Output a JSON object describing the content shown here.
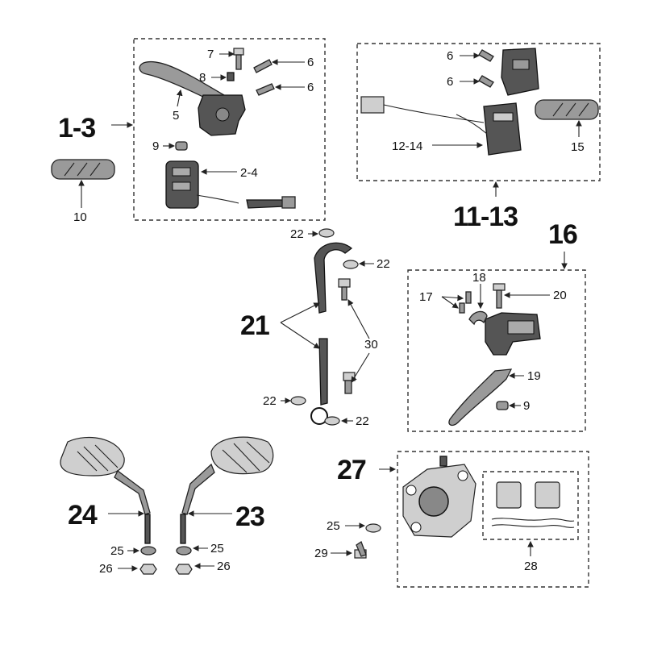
{
  "callouts": {
    "c1_3": "1-3",
    "c5": "5",
    "c6a": "6",
    "c6b": "6",
    "c7": "7",
    "c8": "8",
    "c9a": "9",
    "c2_4": "2-4",
    "c10": "10",
    "c6c": "6",
    "c6d": "6",
    "c12_14": "12-14",
    "c15": "15",
    "c11_13": "11-13",
    "c16": "16",
    "c17": "17",
    "c18": "18",
    "c20": "20",
    "c19": "19",
    "c9b": "9",
    "c22a": "22",
    "c22b": "22",
    "c22c": "22",
    "c22d": "22",
    "c21": "21",
    "c30": "30",
    "c24": "24",
    "c23": "23",
    "c25a": "25",
    "c25b": "25",
    "c25c": "25",
    "c26a": "26",
    "c26b": "26",
    "c27": "27",
    "c29": "29",
    "c28": "28"
  }
}
